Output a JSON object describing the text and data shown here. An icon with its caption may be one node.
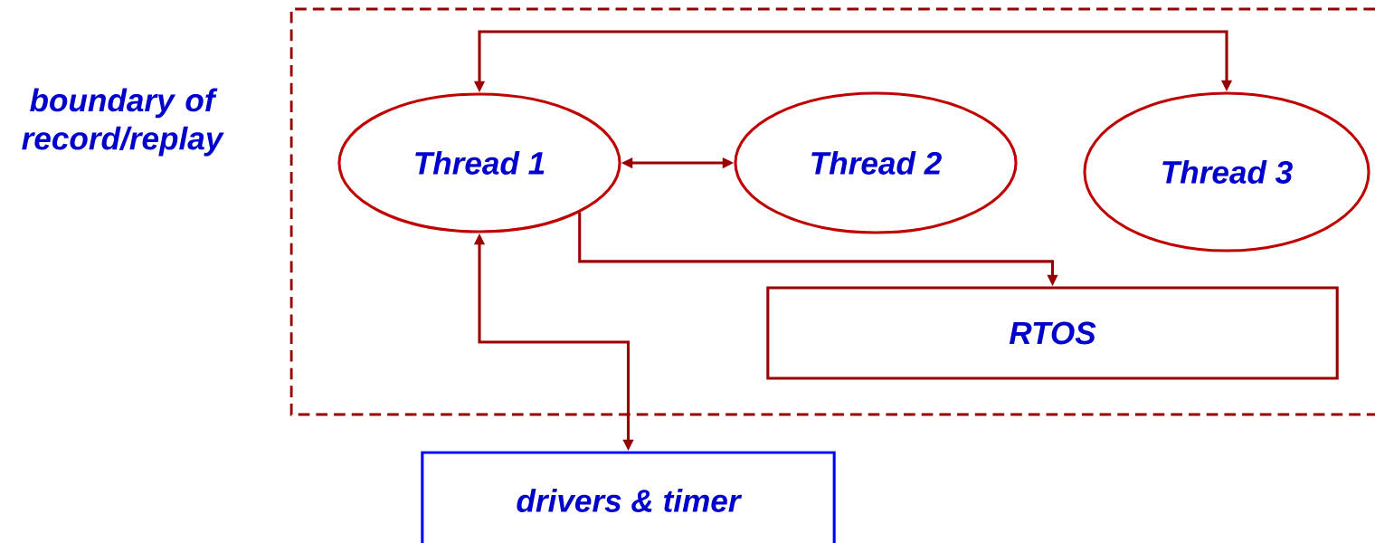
{
  "diagram": {
    "nodes": [
      {
        "text": [
          "boundary of record/replay"
        ]
      },
      {
        "text": [
          "Thread 1"
        ],
        "in": 0
      },
      {
        "text": [
          "Thread 2"
        ],
        "in": 0
      },
      {
        "text": [
          "Thread 3"
        ],
        "in": 0
      },
      {
        "text": [
          "RTOS"
        ],
        "in": 0
      },
      {
        "text": [
          "drivers & timer"
        ]
      }
    ],
    "edges": [
      {
        "from": 1,
        "to": 3,
        "arrow": "both"
      },
      {
        "from": 1,
        "to": 2,
        "arrow": "both"
      },
      {
        "from": 1,
        "to": 4,
        "arrow": "to"
      },
      {
        "from": 1,
        "to": 5,
        "arrow": "both"
      }
    ]
  }
}
